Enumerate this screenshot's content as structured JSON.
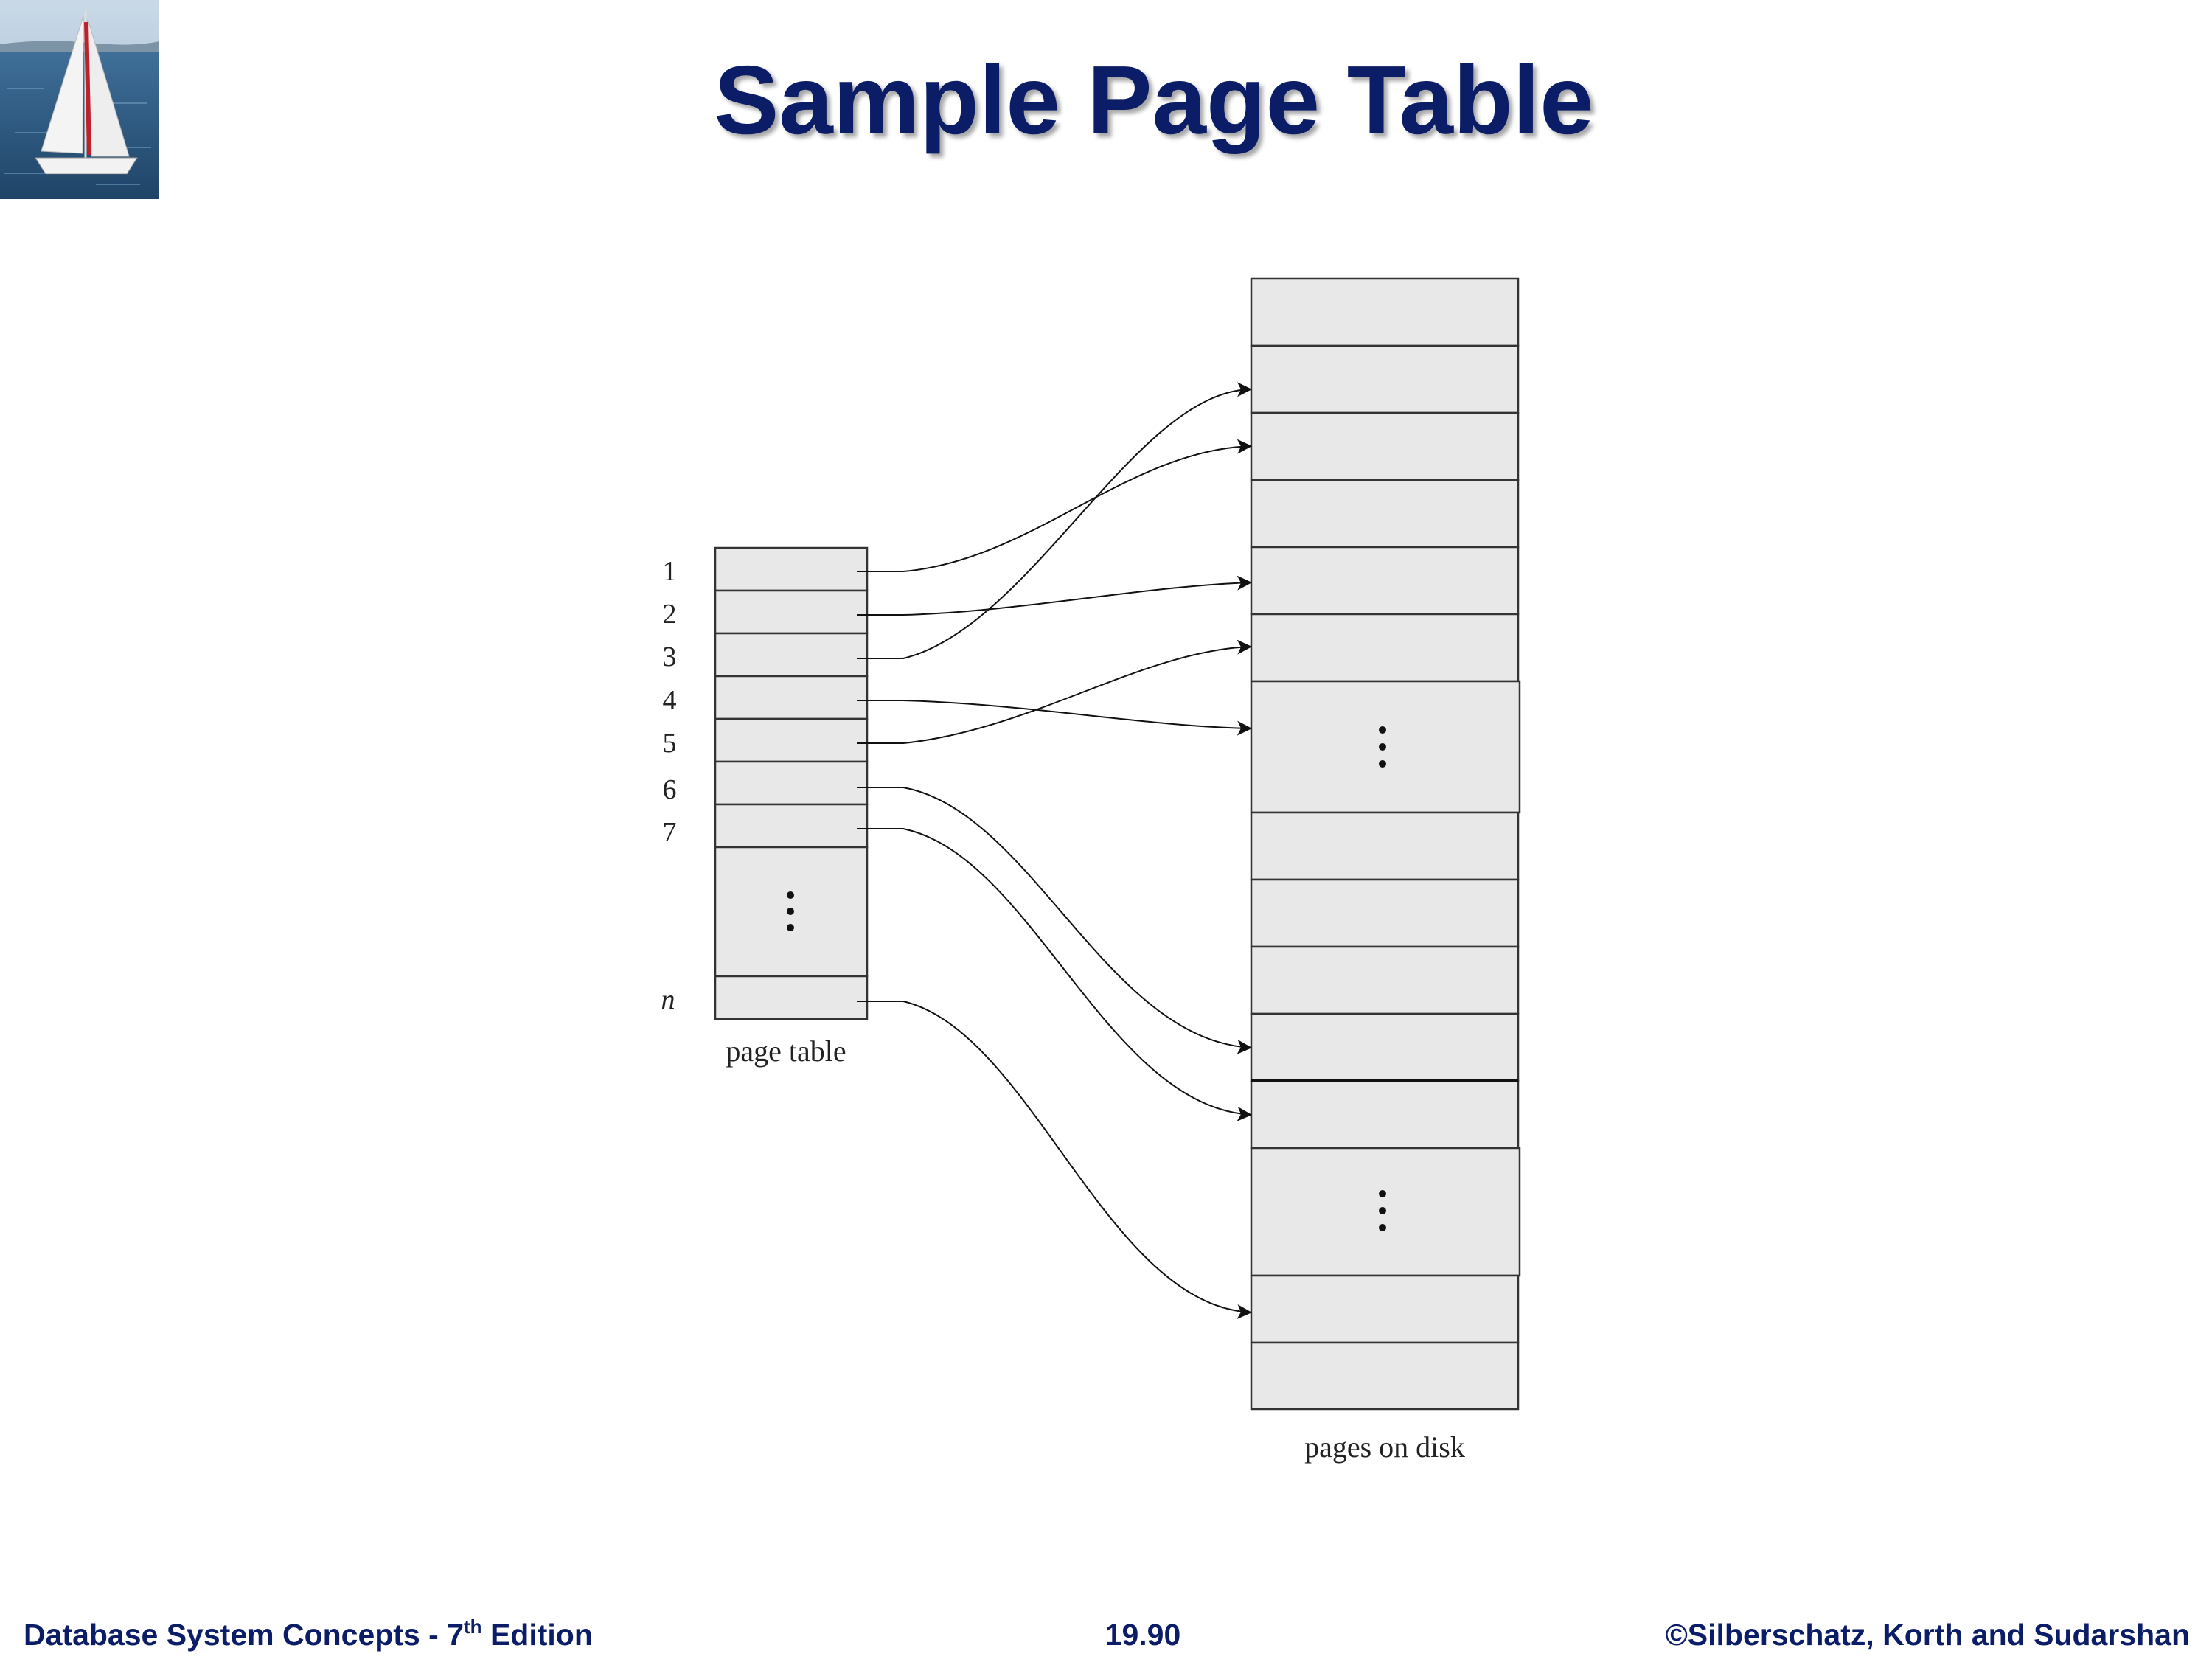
{
  "title": "Sample Page Table",
  "page_table": {
    "row_labels": [
      "1",
      "2",
      "3",
      "4",
      "5",
      "6",
      "7",
      "n"
    ],
    "caption": "page table"
  },
  "disk": {
    "caption": "pages on disk"
  },
  "footer": {
    "book": "Database System Concepts - 7",
    "edition_sup": "th",
    "edition_word": " Edition",
    "page": "19.90",
    "copyright": "©Silberschatz, Korth and Sudarshan"
  },
  "colors": {
    "title": "#0b1d66",
    "cell_fill": "#e8e8e8",
    "cell_stroke": "#333333"
  }
}
